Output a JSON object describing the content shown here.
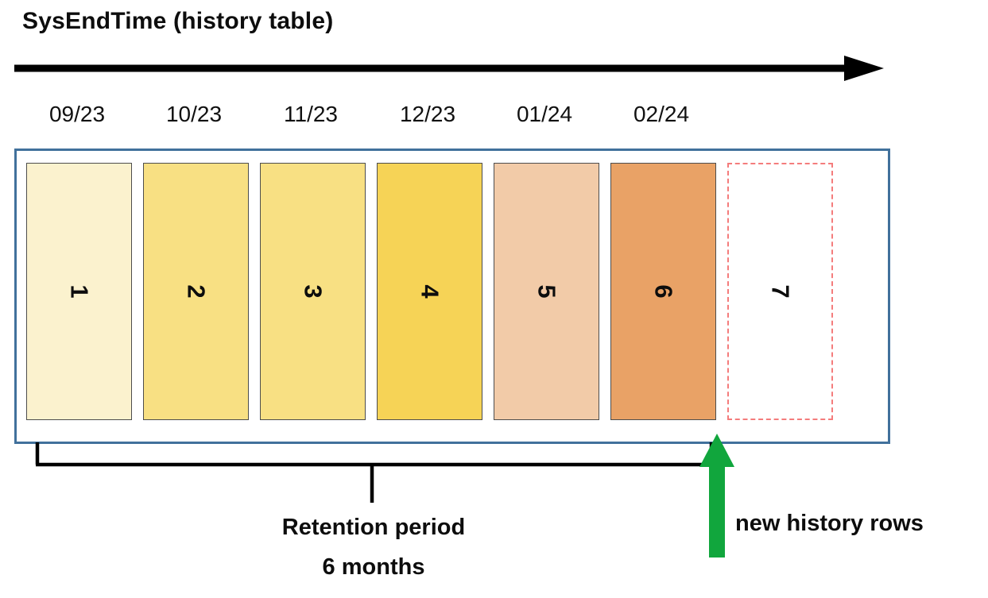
{
  "title": "SysEndTime (history table)",
  "months": [
    "09/23",
    "10/23",
    "11/23",
    "12/23",
    "01/24",
    "02/24"
  ],
  "partitions": [
    {
      "label": "1",
      "color": "#FBF2CE"
    },
    {
      "label": "2",
      "color": "#F8E083"
    },
    {
      "label": "3",
      "color": "#F8E083"
    },
    {
      "label": "4",
      "color": "#F6D356"
    },
    {
      "label": "5",
      "color": "#F2CBA8"
    },
    {
      "label": "6",
      "color": "#E9A266"
    },
    {
      "label": "7",
      "color": "#FFFFFF"
    }
  ],
  "annotations": {
    "retention_line1": "Retention period",
    "retention_line2": "6 months",
    "new_rows": "new history rows"
  },
  "colors": {
    "black": "#000000",
    "box_border": "#41719C",
    "dashed_border": "#F47C7C",
    "green": "#11A63D"
  }
}
